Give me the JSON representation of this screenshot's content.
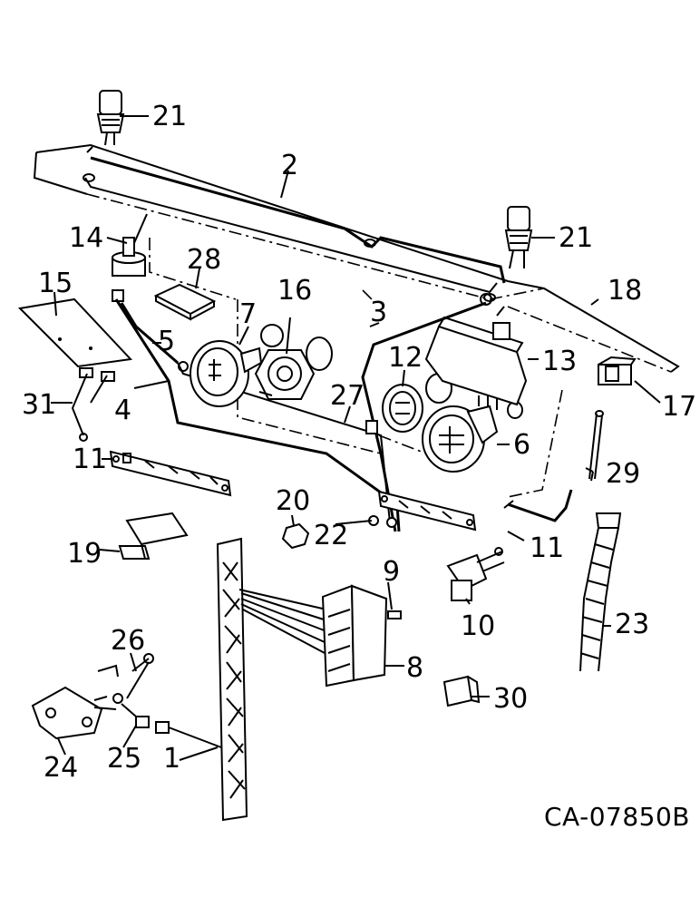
{
  "labels": [
    {
      "id": "21",
      "part": "indicator-light-top"
    },
    {
      "id": "2",
      "part": "panel-bracket"
    },
    {
      "id": "21b",
      "text": "21",
      "part": "indicator-light-right"
    },
    {
      "id": "14",
      "part": "switch"
    },
    {
      "id": "28",
      "part": "resistor"
    },
    {
      "id": "18",
      "part": "instrument-panel"
    },
    {
      "id": "15",
      "part": "cover-plate"
    },
    {
      "id": "7",
      "part": "gauge"
    },
    {
      "id": "16",
      "part": "gauge-small"
    },
    {
      "id": "3",
      "part": "wire"
    },
    {
      "id": "5",
      "part": "wire"
    },
    {
      "id": "12",
      "part": "gauge-small-right"
    },
    {
      "id": "13",
      "part": "module"
    },
    {
      "id": "4",
      "part": "wire"
    },
    {
      "id": "27",
      "part": "connector"
    },
    {
      "id": "17",
      "part": "switch-right"
    },
    {
      "id": "31",
      "part": "harness-lead"
    },
    {
      "id": "6",
      "part": "gauge-large"
    },
    {
      "id": "11",
      "part": "terminal-block-left"
    },
    {
      "id": "29",
      "part": "tube"
    },
    {
      "id": "20",
      "part": "nut"
    },
    {
      "id": "22",
      "part": "terminal"
    },
    {
      "id": "11b",
      "text": "11",
      "part": "terminal-block-right"
    },
    {
      "id": "19",
      "part": "bracket"
    },
    {
      "id": "9",
      "part": "clip"
    },
    {
      "id": "10",
      "part": "switch-key"
    },
    {
      "id": "23",
      "part": "cable-conduit"
    },
    {
      "id": "26",
      "part": "lead"
    },
    {
      "id": "8",
      "part": "fuse-block"
    },
    {
      "id": "30",
      "part": "relay"
    },
    {
      "id": "24",
      "part": "horn"
    },
    {
      "id": "25",
      "part": "connector"
    },
    {
      "id": "1",
      "part": "main-harness"
    }
  ],
  "reference_code": "CA-07850B"
}
